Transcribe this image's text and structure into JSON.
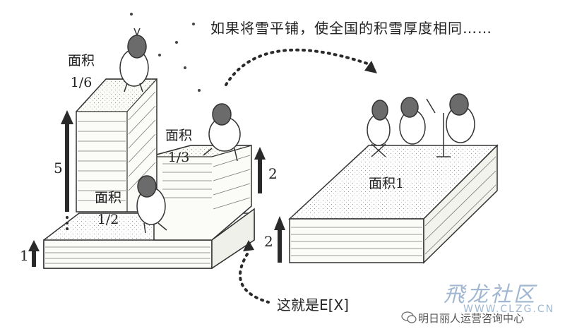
{
  "caption": "如果将雪平铺，使全国的积雪厚度相同……",
  "left_stack": {
    "levels": [
      {
        "area_label": "面积",
        "area_value": "1/6"
      },
      {
        "area_label": "面积",
        "area_value": "1/3"
      },
      {
        "area_label": "面积",
        "area_value": "1/2"
      }
    ],
    "heights": [
      "5",
      "2",
      "1"
    ]
  },
  "right_block": {
    "area_label": "面积1",
    "height": "2"
  },
  "expectation_label": "这就是E[X]",
  "watermark": {
    "line1": "飛龙社区",
    "line2": "WWW.CLZG.CN"
  },
  "brand": "明日丽人运营咨询中心",
  "colors": {
    "ink": "#222222",
    "arrow": "#2a2a2a",
    "snow_top": "#f3f3ef",
    "snow_side": "#fbfbf8",
    "watermark": "#8aa6c6"
  }
}
